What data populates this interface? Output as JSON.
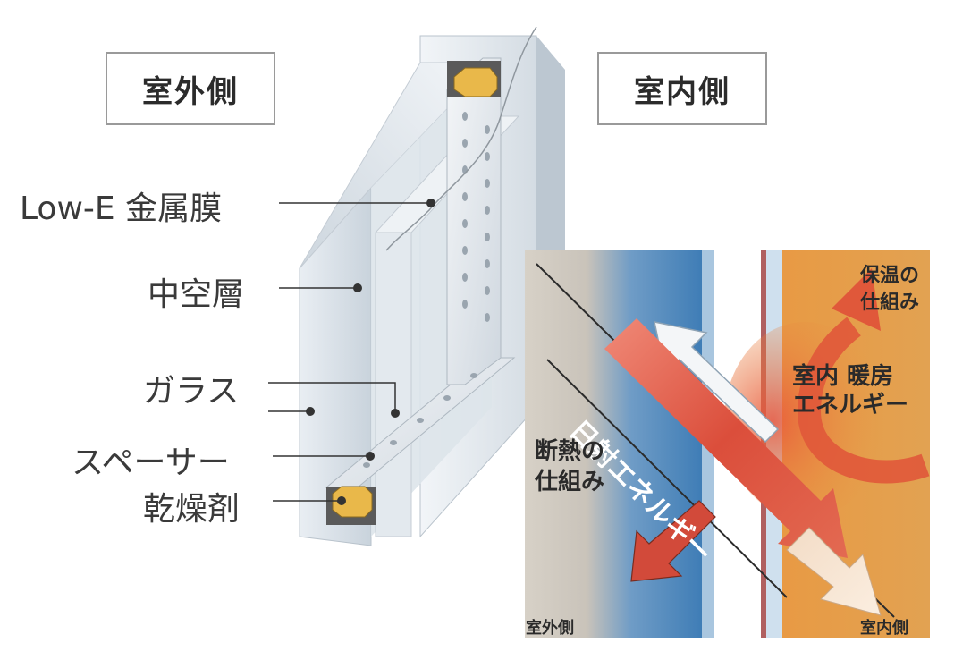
{
  "labels": {
    "outdoor_side": "室外側",
    "indoor_side": "室内側"
  },
  "callouts": {
    "low_e": "Low-E 金属膜",
    "air_layer": "中空層",
    "glass": "ガラス",
    "spacer": "スペーサー",
    "desiccant": "乾燥剤"
  },
  "panel": {
    "solar_energy": "日射エネルギー",
    "insulation_line1": "断熱の",
    "insulation_line2": "仕組み",
    "heating_line1": "室内 暖房",
    "heating_line2": "エネルギー",
    "warmth_line1": "保温の",
    "warmth_line2": "仕組み",
    "outdoor_side": "室外側",
    "indoor_side": "室内側"
  },
  "colors": {
    "outdoor_band": "#4a86bd",
    "indoor_band": "#e8a24a",
    "solar_arrow": "#d8533f"
  }
}
